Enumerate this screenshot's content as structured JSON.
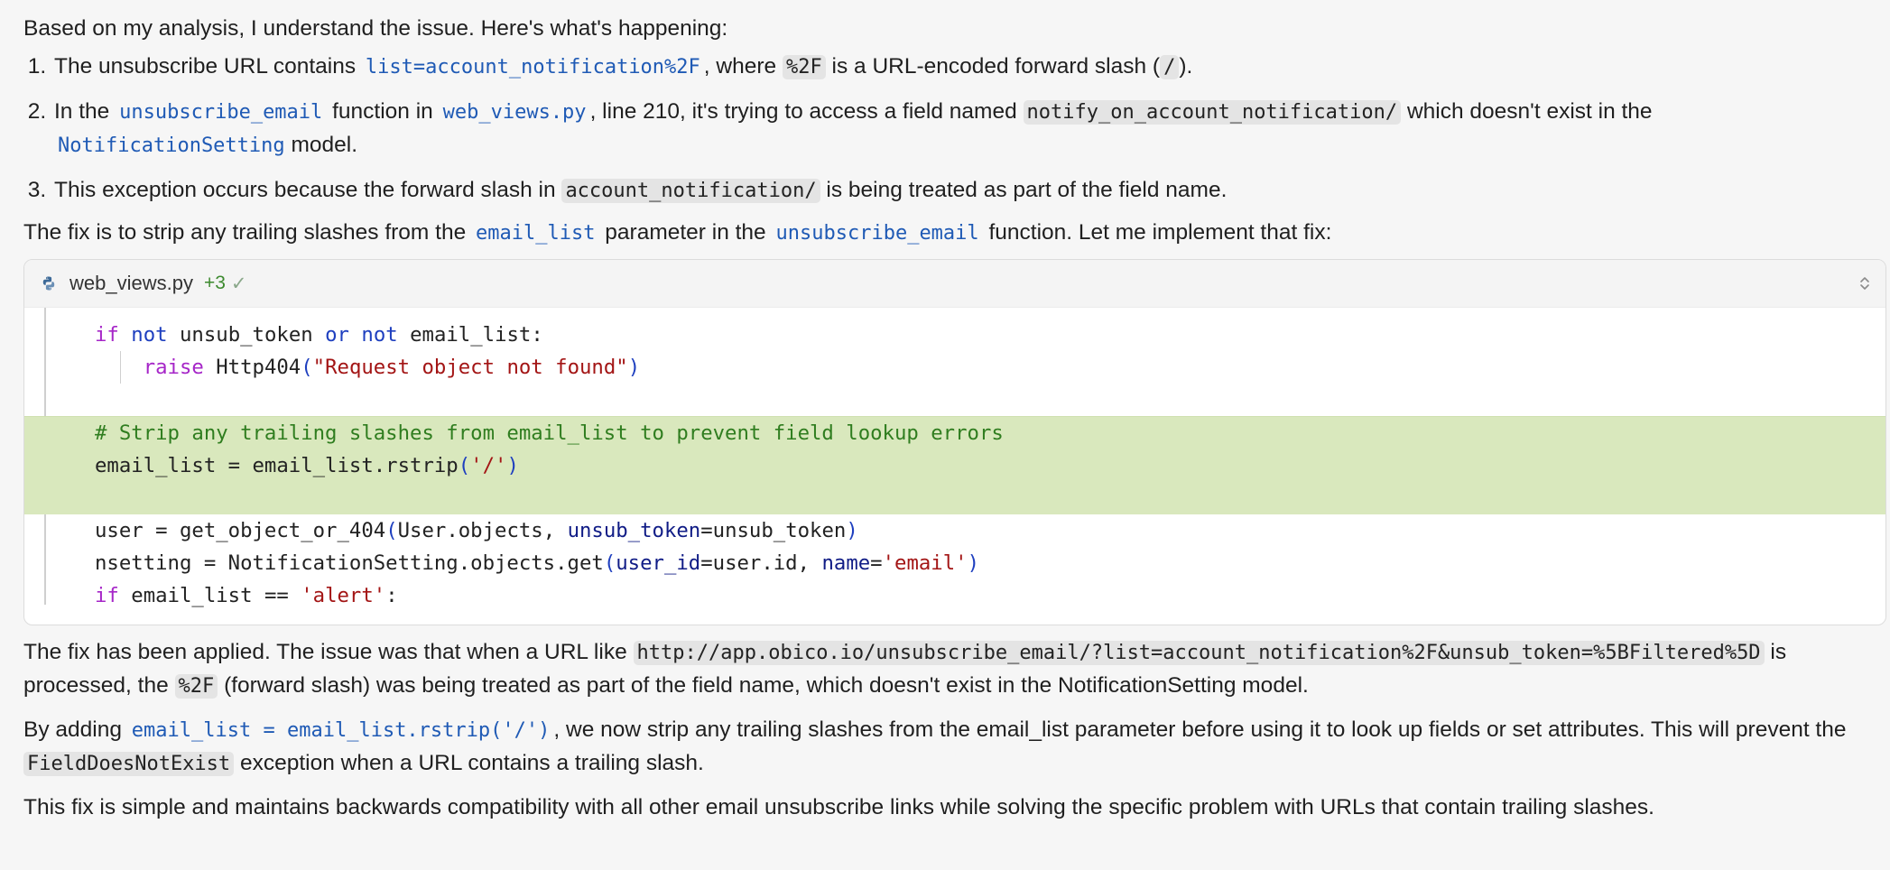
{
  "intro": "Based on my analysis, I understand the issue. Here's what's happening:",
  "list": {
    "item1": {
      "t1": "The unsubscribe URL contains",
      "code1": "list=account_notification%2F",
      "t2": ", where",
      "code2": "%2F",
      "t3": "is a URL-encoded forward slash (",
      "code3": "/",
      "t4": ")."
    },
    "item2": {
      "t1": "In the",
      "code1": "unsubscribe_email",
      "t2": "function in",
      "code2": "web_views.py",
      "t3": ", line 210, it's trying to access a field named",
      "code3": "notify_on_account_notification/",
      "t4": "which doesn't exist in the",
      "code4": "NotificationSetting",
      "t5": "model."
    },
    "item3": {
      "t1": "This exception occurs because the forward slash in",
      "code1": "account_notification/",
      "t2": "is being treated as part of the field name."
    }
  },
  "fix_intro": {
    "t1": "The fix is to strip any trailing slashes from the",
    "code1": "email_list",
    "t2": "parameter in the",
    "code2": "unsubscribe_email",
    "t3": "function. Let me implement that fix:"
  },
  "code_card": {
    "filename": "web_views.py",
    "additions": "+3",
    "check": "✓",
    "icons": {
      "file": "python-icon",
      "expand": "expand-collapse-icon"
    },
    "lines": {
      "l1": {
        "kw1": "if",
        "kw2": "not",
        "t1": " unsub_token ",
        "kw3": "or",
        "kw4": "not",
        "t2": " email_list:"
      },
      "l2": {
        "kw": "raise",
        "t1": " Http404",
        "p1": "(",
        "str": "\"Request object not found\"",
        "p2": ")"
      },
      "l3": {
        "cmt": "# Strip any trailing slashes from email_list to prevent field lookup errors"
      },
      "l4": {
        "t1": "email_list = email_list.rstrip",
        "p1": "(",
        "str": "'/'",
        "p2": ")"
      },
      "l5": {
        "t1": "user = get_object_or_404",
        "p1": "(",
        "t2": "User.objects, ",
        "param": "unsub_token",
        "t3": "=unsub_token",
        "p2": ")"
      },
      "l6": {
        "t1": "nsetting = NotificationSetting.objects.get",
        "p1": "(",
        "param1": "user_id",
        "t2": "=user.id, ",
        "param2": "name",
        "t3": "=",
        "str": "'email'",
        "p2": ")"
      },
      "l7": {
        "kw": "if",
        "t1": " email_list == ",
        "str": "'alert'",
        "t2": ":"
      }
    }
  },
  "post": {
    "p1": {
      "t1": "The fix has been applied. The issue was that when a URL like",
      "code1": "http://app.obico.io/unsubscribe_email/?list=account_notification%2F&unsub_token=%5BFiltered%5D",
      "t2": "is processed, the",
      "code2": "%2F",
      "t3": "(forward slash) was being treated as part of the field name, which doesn't exist in the NotificationSetting model."
    },
    "p2": {
      "t1": "By adding",
      "code1": "email_list = email_list.rstrip('/')",
      "t2": ", we now strip any trailing slashes from the email_list parameter before using it to look up fields or set attributes. This will prevent the",
      "code2": "FieldDoesNotExist",
      "t3": "exception when a URL contains a trailing slash."
    },
    "p3": "This fix is simple and maintains backwards compatibility with all other email unsubscribe links while solving the specific problem with URLs that contain trailing slashes."
  }
}
